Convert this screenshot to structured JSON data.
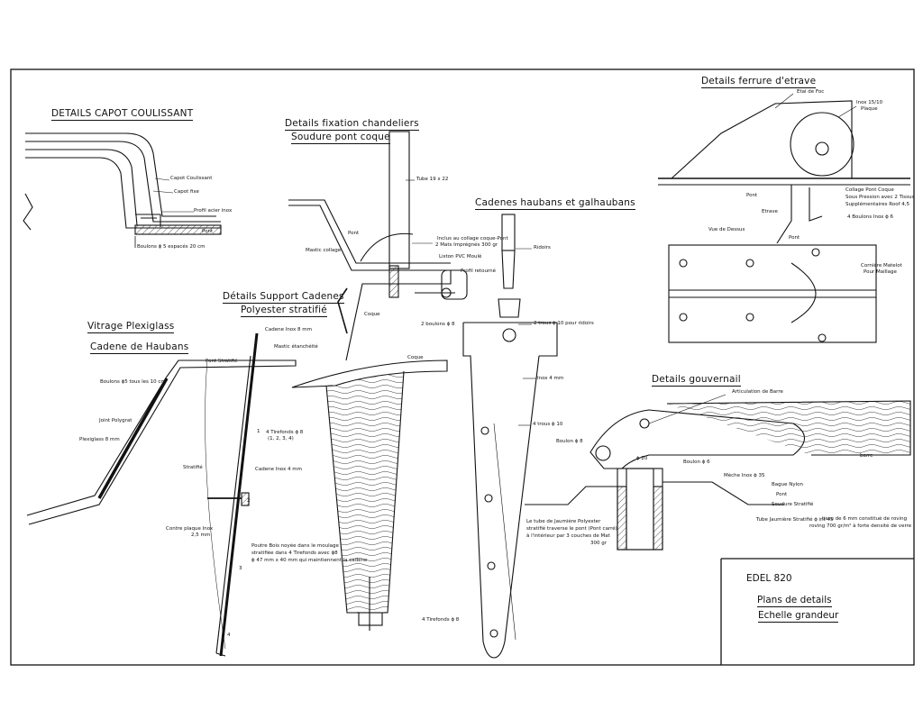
{
  "sections": {
    "capot": {
      "title": "DETAILS CAPOT COULISSANT",
      "capot_coulissant": "Capot Coulissant",
      "capot_fixe": "Capot fixe",
      "profil_acier": "Profil acier inox",
      "pont": "Pont",
      "boulons": "Boulons ϕ 5 espacés 20 cm"
    },
    "fixation": {
      "title1": "Details fixation chandeliers",
      "title2": "Soudure pont coque",
      "tube": "Tube 19 x 22",
      "pont": "Pont",
      "mastic": "Mastic collage",
      "collage": "Inclus au collage coque-Pont",
      "mats": "2 Mats Imprégnés 300 gr",
      "liston": "Liston PVC Moulé",
      "profil_ret": "Profil retourné",
      "boulons": "2 boulons ϕ 8",
      "coque": "Coque"
    },
    "cadenes_haubans": {
      "title": "Cadenes haubans et galhaubans",
      "ridoirs": "Ridoirs",
      "trous": "2 trous ϕ 10 pour ridoirs",
      "inox": "Inox 4 mm",
      "trous4": "4 trous ϕ 10",
      "boulon": "Boulon ϕ 8",
      "note1": "Le tube de Jaumière Polyester",
      "note2": "stratifié traverse le pont (Pont carré)",
      "note3": "à l'intérieur par 3 couches de Mat",
      "note4": "300 gr"
    },
    "support_cadenes": {
      "title1": "Détails Support Cadenes",
      "title2": "Polyester stratifié",
      "coque": "Coque",
      "tirefonds": "4 Tirefonds ϕ 8"
    },
    "vitrage": {
      "title1": "Vitrage Plexiglass",
      "title2": "Cadene de Haubans",
      "pont_stratifie": "Pont Stratifié",
      "cadene_inox": "Cadene Inox 8 mm",
      "mastic": "Mastic étanchéité",
      "boulons": "Boulons ϕ5 tous les 10 cm",
      "joint": "Joint Polygrat",
      "plexi": "Plexiglass 8 mm",
      "tirefonds": "4 Tirefonds ϕ 8",
      "tirefonds_sub": "(1, 2, 3, 4)",
      "stratifie": "Stratifié",
      "cadene2": "Cadene Inox 4 mm",
      "contre": "Contre plaque Inox",
      "contre_sub": "2,5 mm",
      "note1": "Poutre Bois noyée dans le moulage",
      "note2": "stratifiée dans 4 Tirefonds avec ϕ8",
      "note3": "ϕ 47 mm x 40 mm qui maintiennent la cadene",
      "n1": "1",
      "n2": "2",
      "n3": "3",
      "n4": "4"
    },
    "ferrure": {
      "title": "Details ferrure d'etrave",
      "etai": "Etai de Foc",
      "inox": "Inox 15/10",
      "plaque": "Plaque",
      "pont": "Pont",
      "etrave": "Etrave",
      "collage": "Collage Pont Coque",
      "pression": "Sous Pression avec 2 Tissus",
      "supp": "Supplémentaires Roof 4,5",
      "boulons": "4 Boulons Inox ϕ 6",
      "vue": "Vue de Dessus",
      "pont2": "Pont",
      "corniere": "Cornière Matelot",
      "maillage": "Pour Maillage"
    },
    "gouvernail": {
      "title": "Details gouvernail",
      "articulation": "Articulation de Barre",
      "barre": "barre",
      "d20": "ϕ 20",
      "boulon": "Boulon ϕ 6",
      "meche": "Mèche Inox ϕ 35",
      "bague": "Bague Nylon",
      "pont": "Pont",
      "soudure": "Soudure Stratifié",
      "tube": "Tube Jaumière Stratifié ϕ int 45",
      "tissu1": "tissu de 6 mm constitué de roving",
      "tissu2": "roving 700 gr/m² à forte densité de verre"
    }
  },
  "title_block": {
    "model": "EDEL 820",
    "line2": "Plans de details",
    "line3": "Echelle grandeur"
  },
  "colors": {
    "ink": "#111111",
    "paper": "#ffffff"
  }
}
